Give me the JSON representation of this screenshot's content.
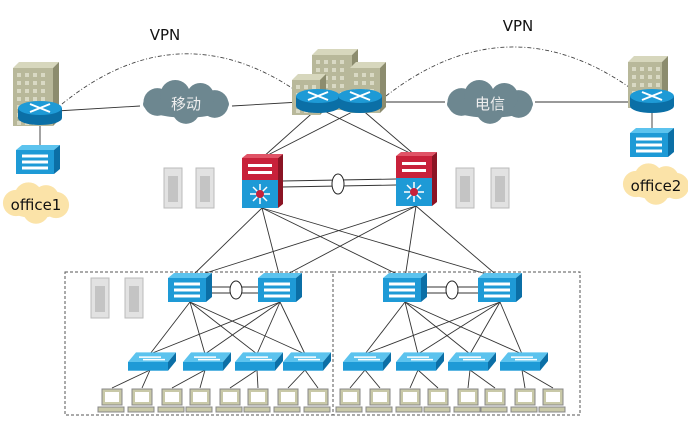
{
  "labels": {
    "vpn_left": "VPN",
    "vpn_right": "VPN",
    "cloud_mobile": "移动",
    "cloud_telecom": "电信",
    "office1": "office1",
    "office2": "office2"
  },
  "colors": {
    "device_blue": "#1e9ad6",
    "device_dark": "#0b6fa6",
    "core_red": "#c8213a",
    "cloud_isp": "#6d8790",
    "cloud_office": "#fbe3a8",
    "building": "#b8b89a",
    "pc": "#c9c9a8"
  }
}
